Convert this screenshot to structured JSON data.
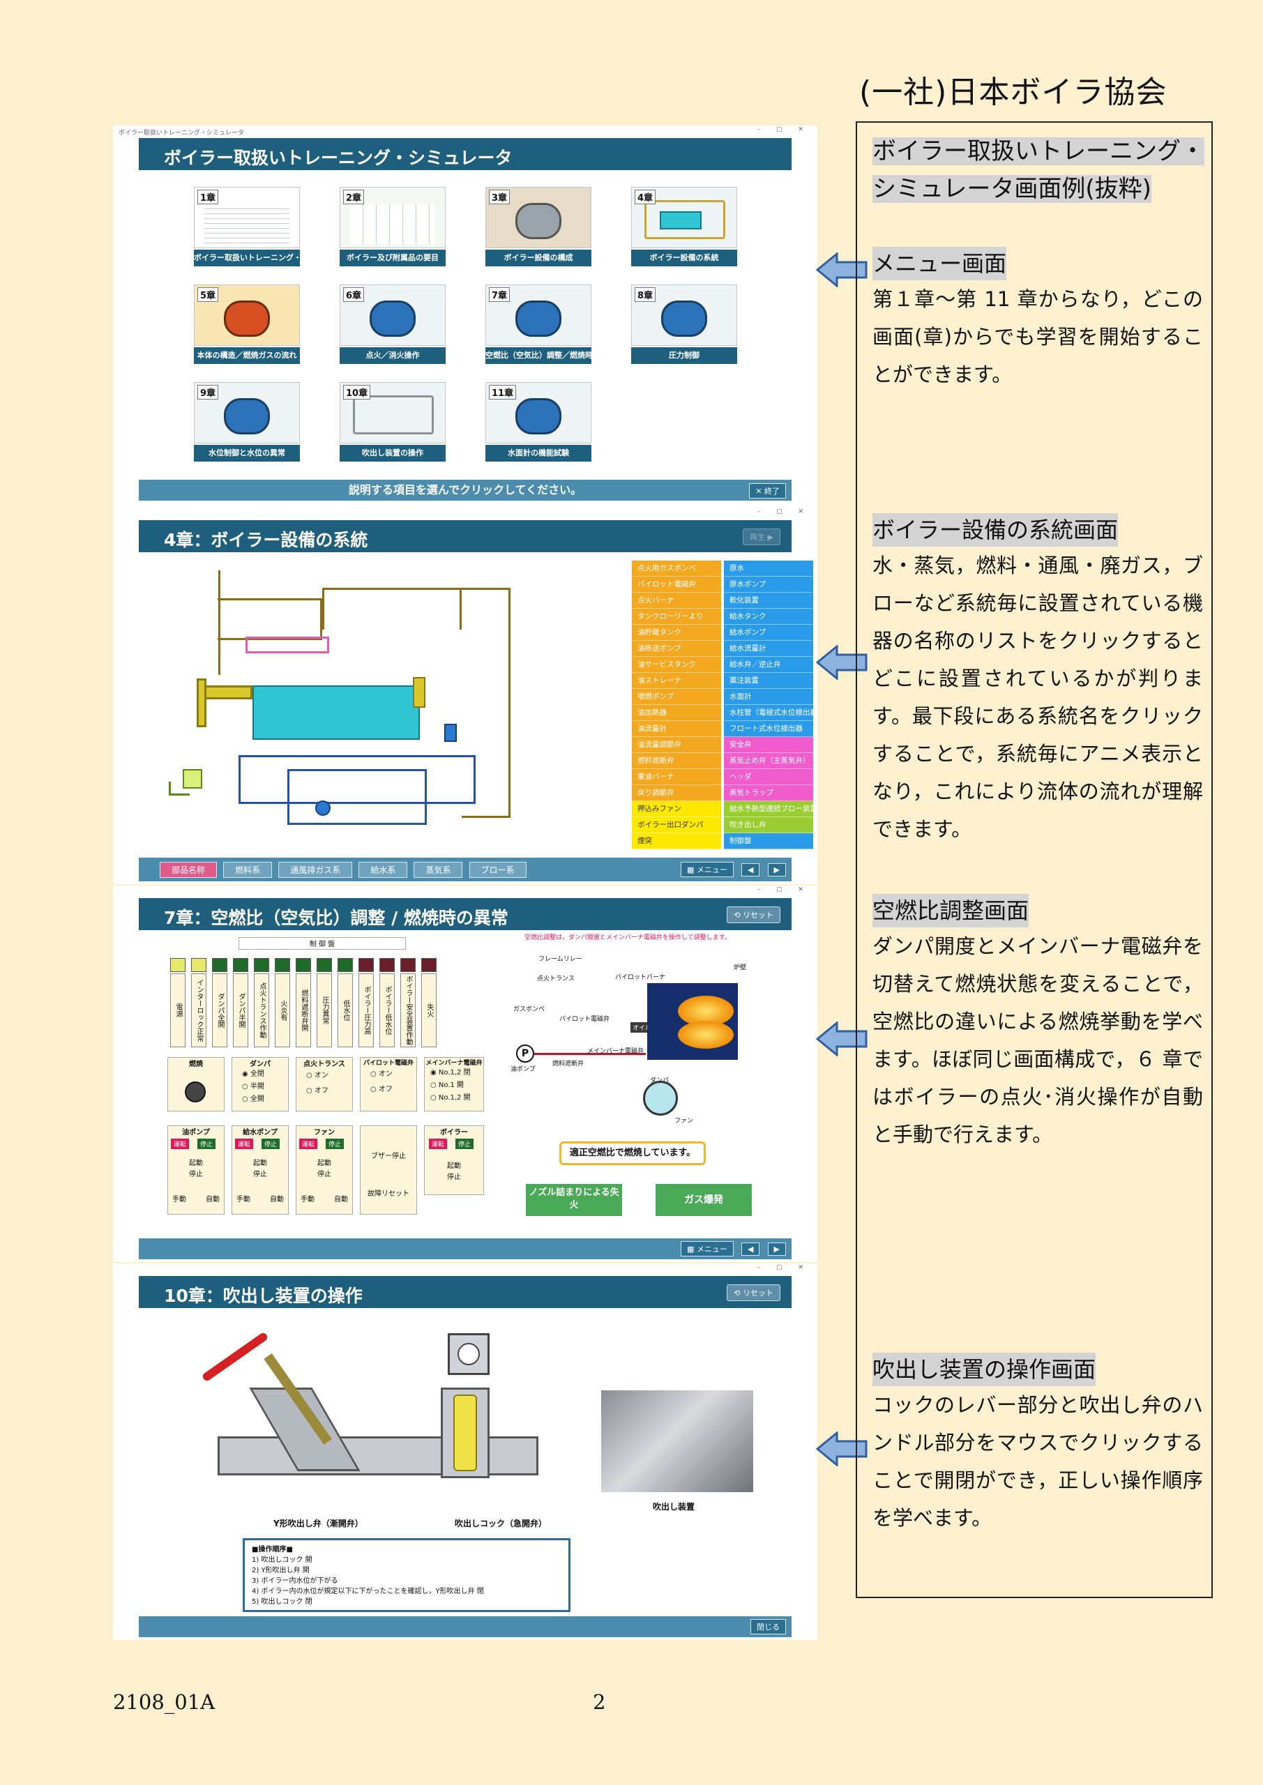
{
  "org": "(一社)日本ボイラ協会",
  "panel": {
    "title_line1": "ボイラー取扱いトレーニング・",
    "title_line2": "シミュレータ画面例(抜粋)",
    "sections": [
      {
        "heading": "メニュー画面",
        "body": "第１章～第 11 章からなり，どこの画面(章)からでも学習を開始することができます。"
      },
      {
        "heading": "ボイラー設備の系統画面",
        "body": "水・蒸気，燃料・通風・廃ガス，ブローなど系統毎に設置されている機器の名称のリストをクリックするとどこに設置されているかが判ります。最下段にある系統名をクリックすることで，系統毎にアニメ表示となり，これにより流体の流れが理解できます。"
      },
      {
        "heading": "空燃比調整画面",
        "body": "ダンパ開度とメインバーナ電磁弁を切替えて燃焼状態を変えることで，空燃比の違いによる燃焼挙動を学べます。ほぼ同じ画面構成で，６ 章ではボイラーの点火･消火操作が自動と手動で行えます。"
      },
      {
        "heading": "吹出し装置の操作画面",
        "body": "コックのレバー部分と吹出し弁のハンドル部分をマウスでクリックすることで開閉ができ，正しい操作順序を学べます。"
      }
    ]
  },
  "footer": {
    "code": "2108_01A",
    "page": "2"
  },
  "screen1": {
    "window_title": "ボイラー取扱いトレーニング・シミュレータ",
    "title": "ボイラー取扱いトレーニング・シミュレータ",
    "tiles": [
      {
        "num": "1章",
        "caption": "ボイラー取扱いトレーニング・シミュレータのコンセプト"
      },
      {
        "num": "2章",
        "caption": "ボイラー及び附属品の要目"
      },
      {
        "num": "3章",
        "caption": "ボイラー設備の構成"
      },
      {
        "num": "4章",
        "caption": "ボイラー設備の系統"
      },
      {
        "num": "5章",
        "caption": "本体の構造／燃焼ガスの流れ"
      },
      {
        "num": "6章",
        "caption": "点火／消火操作"
      },
      {
        "num": "7章",
        "caption": "空燃比（空気比）調整／燃焼時の異常"
      },
      {
        "num": "8章",
        "caption": "圧力制御"
      },
      {
        "num": "9章",
        "caption": "水位制御と水位の異常"
      },
      {
        "num": "10章",
        "caption": "吹出し装置の操作"
      },
      {
        "num": "11章",
        "caption": "水面計の機能試験"
      }
    ],
    "instruction": "説明する項目を選んでクリックしてください。",
    "exit": "✕ 終了"
  },
  "screen2": {
    "title": "4章：ボイラー設備の系統",
    "play": "再生 ▶",
    "fuel_list": [
      "点火用ガスボンベ",
      "パイロット電磁弁",
      "点火バーナ",
      "タンクローリーより",
      "油貯蔵タンク",
      "油移送ポンプ",
      "油サービスタンク",
      "油ストレーナ",
      "噴燃ポンプ",
      "油加熱器",
      "油流量計",
      "油流量調節弁",
      "燃料遮断弁",
      "重油バーナ",
      "戻り調節弁"
    ],
    "air_list": [
      "押込みファン",
      "ボイラー出口ダンパ",
      "煙突"
    ],
    "water_list": [
      "原水",
      "原水ポンプ",
      "軟化装置",
      "給水タンク",
      "給水ポンプ",
      "給水流量計",
      "給水弁／逆止弁",
      "薬注装置",
      "水面計",
      "水柱管（電極式水位検出器）",
      "フロート式水位検出器"
    ],
    "steam_list": [
      "安全弁",
      "蒸気止め弁（主蒸気弁）",
      "ヘッダ",
      "蒸気トラップ"
    ],
    "blow_list": [
      "給水予熱型連続ブロー装置",
      "吹き出し弁",
      "制御盤"
    ],
    "tabs": [
      "部品名称",
      "燃料系",
      "通風排ガス系",
      "給水系",
      "蒸気系",
      "ブロー系"
    ],
    "menu": "メニュー"
  },
  "screen3": {
    "title": "7章：空燃比（空気比）調整 / 燃焼時の異常",
    "reset": "リセット",
    "note": "空燃比調整は，ダンパ開度とメインバーナ電磁弁を操作して調整します。",
    "panel_label": "制 御 盤",
    "indicators": [
      "電源",
      "インターロック正常",
      "ダンパ全開",
      "ダンパ半開",
      "点火トランス作動",
      "火炎有",
      "燃料遮断弁開",
      "圧力異常",
      "低水位",
      "ボイラー圧力高",
      "ボイラー低水位",
      "ボイラー安全装置作動",
      "失火"
    ],
    "groups": [
      "燃焼",
      "ダンパ",
      "点火トランス",
      "パイロット電磁弁",
      "メインバーナ電磁弁"
    ],
    "damper_opts": [
      "全閉",
      "半開",
      "全開"
    ],
    "onoff": [
      "オン",
      "オフ"
    ],
    "main_opts": [
      "No.1,2 閉",
      "No.1 開",
      "No.1,2 開"
    ],
    "pumps": [
      "油ポンプ",
      "給水ポンプ",
      "ファン",
      "ボイラー"
    ],
    "status_left": "運転",
    "status_right": "停止",
    "start": "起動",
    "stop": "停止",
    "manual": "手動",
    "auto": "自動",
    "buzzer": "ブザー停止",
    "fault_reset": "故障リセット",
    "diagram_labels": {
      "flame_relay": "フレームリレー",
      "ignition_trans": "点火トランス",
      "pilot_burner": "パイロットバーナ",
      "gas_cylinder": "ガスボンベ",
      "pilot_valve": "パイロット電磁弁",
      "oil_pump": "油ポンプ",
      "fuel_cutoff": "燃料遮断弁",
      "main_valve": "メインバーナ電磁弁",
      "oil_burner": "オイルバーナ",
      "damper": "ダンパ",
      "fan": "ファン",
      "furnace": "炉壁"
    },
    "message": "適正空燃比で燃焼しています。",
    "btn_misfire": "ノズル詰まりによる失火",
    "btn_explosion": "ガス爆発"
  },
  "screen4": {
    "title": "10章：吹出し装置の操作",
    "reset": "リセット",
    "valve_y": "Y形吹出し弁（漸開弁）",
    "valve_cock": "吹出しコック（急開弁）",
    "photo_label": "吹出し装置",
    "steps_title": "■操作順序■",
    "steps": [
      "1) 吹出しコック 開",
      "2) Y形吹出し弁 開",
      "3) ボイラー内水位が下がる",
      "4) ボイラー内の水位が規定以下に下がったことを確認し，Y形吹出し弁 閉",
      "5) 吹出しコック 閉"
    ],
    "close": "閉じる"
  },
  "colors": {
    "header": "#1d5f7d",
    "footer": "#4c8cad",
    "fuel": "#f4a820",
    "water": "#2a9be8",
    "steam": "#f05ccc",
    "blow": "#9acd32",
    "air": "#fce800",
    "page_bg": "#fdf0cf"
  }
}
